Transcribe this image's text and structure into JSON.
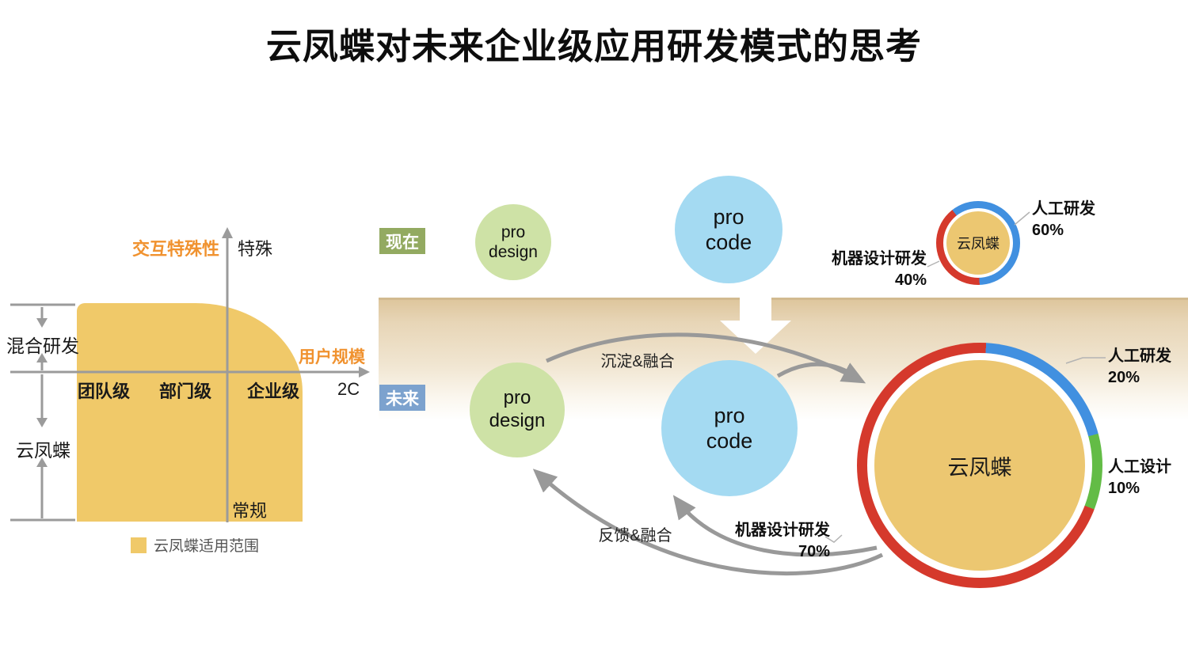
{
  "title": "云凤蝶对未来企业级应用研发模式的思考",
  "colors": {
    "area_yellow": "#F0C969",
    "accent_orange": "#F0922F",
    "axis_gray": "#9B9B9B",
    "arrow_gray": "#999999",
    "now_green": "#93AA61",
    "future_blue": "#7CA2CE",
    "design_circle": "#CEE2A6",
    "code_circle": "#A4DAF2",
    "donut_core": "#ECC771"
  },
  "quadrant": {
    "y_axis_title": "交互特殊性",
    "y_max_label": "特殊",
    "y_min_label": "常规",
    "x_axis_title": "用户规模",
    "x_end_label": "2C",
    "x_tick_labels": [
      "团队级",
      "部门级",
      "企业级"
    ],
    "range_labels": [
      "混合研发",
      "云凤蝶"
    ],
    "legend_label": "云凤蝶适用范围"
  },
  "timeline": {
    "now": "现在",
    "future": "未来"
  },
  "nodes": {
    "pro_design": {
      "line1": "pro",
      "line2": "design"
    },
    "pro_code": {
      "line1": "pro",
      "line2": "code"
    }
  },
  "flows": {
    "settle": "沉淀&融合",
    "feedback": "反馈&融合"
  },
  "donuts": [
    {
      "id": "now",
      "center_label": "云凤蝶",
      "start_deg": -38,
      "segments": [
        {
          "label": "人工研发",
          "pct": 60,
          "pct_label": "60%",
          "color": "#4190E0"
        },
        {
          "label": "机器设计研发",
          "pct": 40,
          "pct_label": "40%",
          "color": "#D5392C"
        }
      ]
    },
    {
      "id": "future",
      "center_label": "云凤蝶",
      "start_deg": 3,
      "segments": [
        {
          "label": "人工研发",
          "pct": 20,
          "pct_label": "20%",
          "color": "#4190E0"
        },
        {
          "label": "人工设计",
          "pct": 10,
          "pct_label": "10%",
          "color": "#63BC46"
        },
        {
          "label": "机器设计研发",
          "pct": 70,
          "pct_label": "70%",
          "color": "#D5392C"
        }
      ]
    }
  ]
}
